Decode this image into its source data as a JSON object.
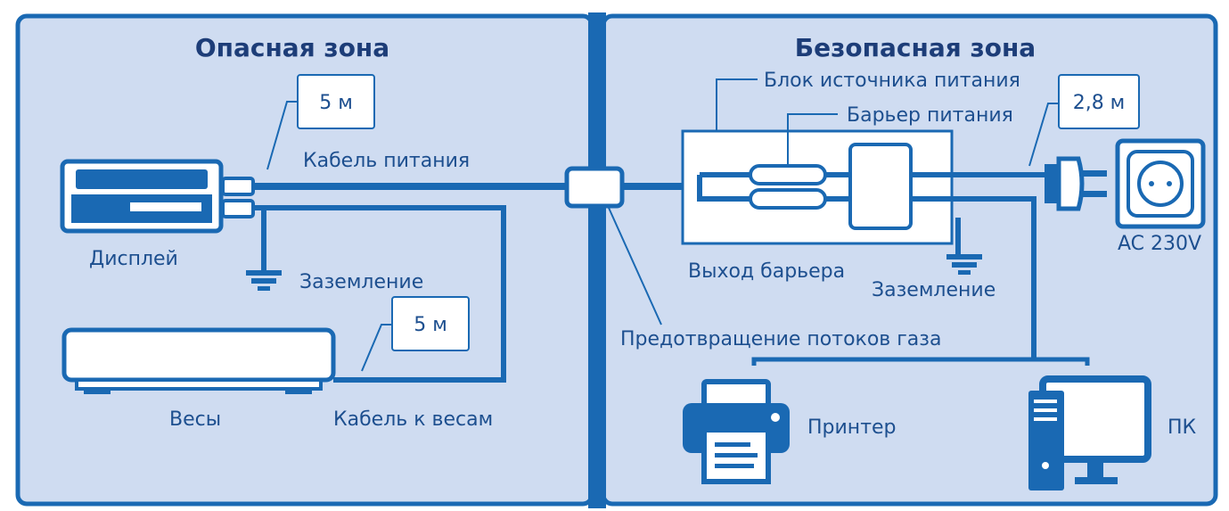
{
  "zones": {
    "hazardous_title": "Опасная зона",
    "safe_title": "Безопасная зона"
  },
  "labels": {
    "display": "Дисплей",
    "scale": "Весы",
    "power_cable": "Кабель питания",
    "scale_cable": "Кабель к весам",
    "ground_left": "Заземление",
    "ground_right": "Заземление",
    "power_supply_unit": "Блок источника питания",
    "power_barrier": "Барьер питания",
    "barrier_output": "Выход барьера",
    "gas_flow_prevention": "Предотвращение потоков газа",
    "printer": "Принтер",
    "pc": "ПК",
    "ac": "AC 230V"
  },
  "lengths": {
    "power_cable": "5 м",
    "scale_cable": "5 м",
    "plug_cable": "2,8 м"
  },
  "colors": {
    "background": "#cfdcf1",
    "border": "#1a69b3",
    "title": "#1d3d78",
    "text": "#1d4f8f"
  },
  "icons": [
    "display-icon",
    "scale-icon",
    "ground-icon",
    "plug-icon",
    "socket-icon",
    "printer-icon",
    "pc-icon"
  ]
}
